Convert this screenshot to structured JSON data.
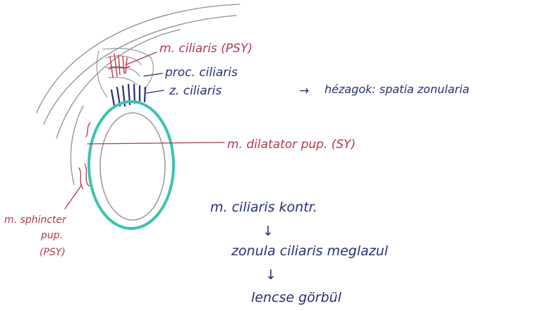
{
  "colors": {
    "red_ink": "#b3394a",
    "blue_ink": "#25307a",
    "pencil": "#8f8f8f",
    "lens_outline": "#3cc3b0"
  },
  "labels": {
    "m_ciliaris": "m. ciliaris (PSY)",
    "proc_ciliaris": "proc. ciliaris",
    "z_ciliaris": "z. ciliaris",
    "arrow": "→",
    "hezagok": "hézagok: spatia zonularia",
    "m_dilatator": "m. dilatator pup. (SY)",
    "m_sphincter_1": "m. sphincter",
    "m_sphincter_2": "pup.",
    "m_sphincter_3": "(PSY)"
  },
  "notes": {
    "line1": "m. ciliaris kontr.",
    "arrow1": "↓",
    "line2": "zonula ciliaris meglazul",
    "arrow2": "↓",
    "line3": "lencse görbül"
  }
}
